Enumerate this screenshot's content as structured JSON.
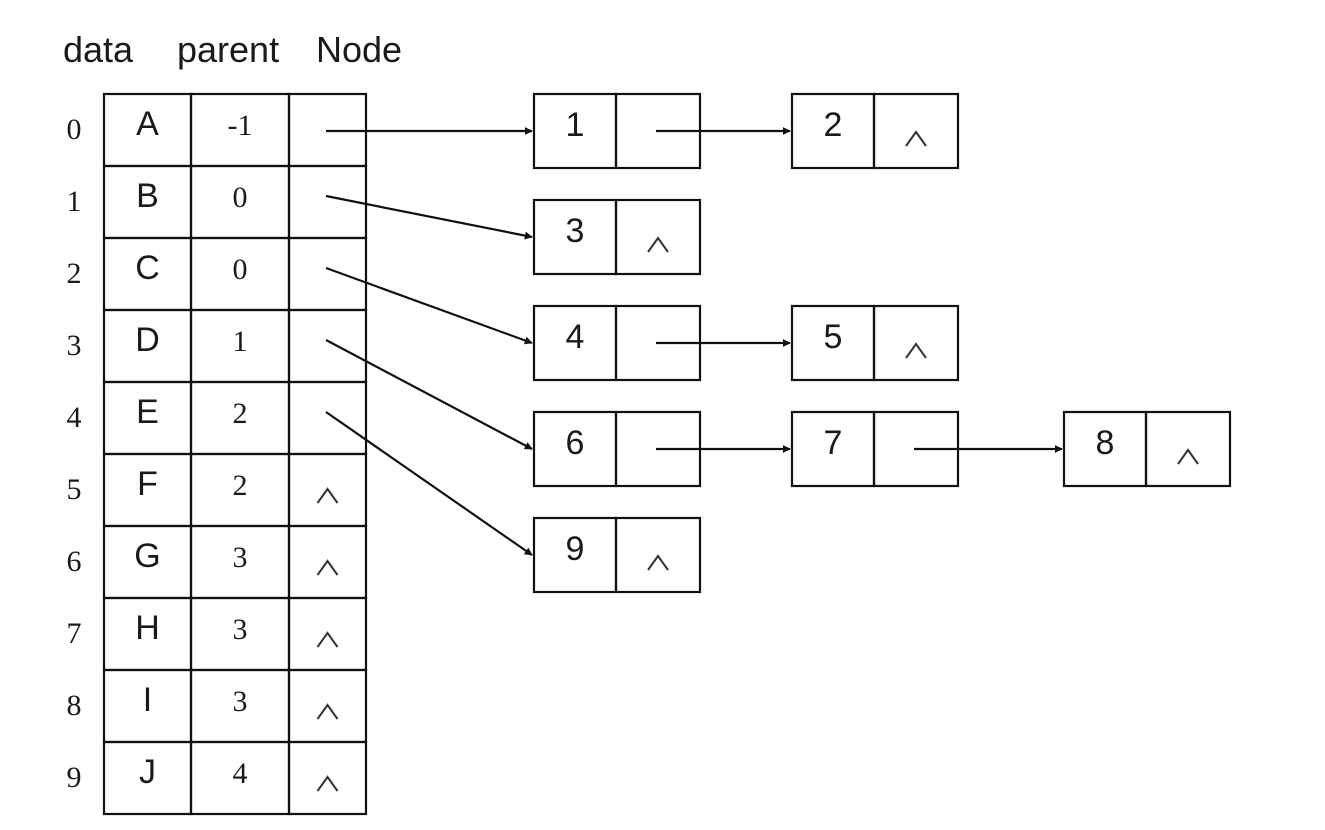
{
  "headers": {
    "data": "data",
    "parent": "parent",
    "node": "Node"
  },
  "null_symbol": "^",
  "rows": [
    {
      "index": "0",
      "data": "A",
      "parent": "-1",
      "children": [
        "1",
        "2"
      ]
    },
    {
      "index": "1",
      "data": "B",
      "parent": "0",
      "children": [
        "3"
      ]
    },
    {
      "index": "2",
      "data": "C",
      "parent": "0",
      "children": [
        "4",
        "5"
      ]
    },
    {
      "index": "3",
      "data": "D",
      "parent": "1",
      "children": [
        "6",
        "7",
        "8"
      ]
    },
    {
      "index": "4",
      "data": "E",
      "parent": "2",
      "children": [
        "9"
      ]
    },
    {
      "index": "5",
      "data": "F",
      "parent": "2",
      "children": []
    },
    {
      "index": "6",
      "data": "G",
      "parent": "3",
      "children": []
    },
    {
      "index": "7",
      "data": "H",
      "parent": "3",
      "children": []
    },
    {
      "index": "8",
      "data": "I",
      "parent": "3",
      "children": []
    },
    {
      "index": "9",
      "data": "J",
      "parent": "4",
      "children": []
    }
  ]
}
